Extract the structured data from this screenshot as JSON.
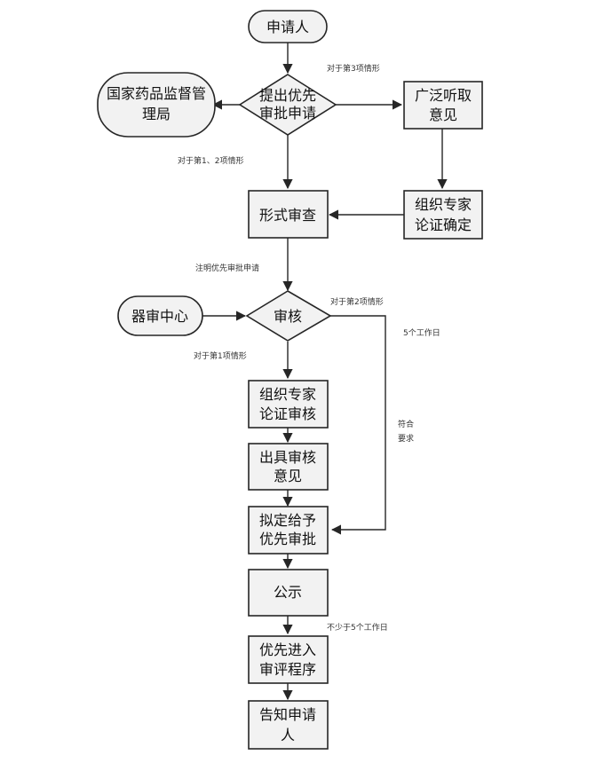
{
  "nodes": {
    "applicant_start": [
      "申请人"
    ],
    "nmpa": [
      "国家药品监督管",
      "理局"
    ],
    "submit": [
      "提出优先",
      "审批申请"
    ],
    "consult": [
      "广泛听取",
      "意见"
    ],
    "expert_confirm": [
      "组织专家",
      "论证确定"
    ],
    "formal_review": [
      "形式审查"
    ],
    "device_center": [
      "器审中心"
    ],
    "review": [
      "审核"
    ],
    "expert_review": [
      "组织专家",
      "论证审核"
    ],
    "opinion": [
      "出具审核",
      "意见"
    ],
    "propose": [
      "拟定给予",
      "优先审批"
    ],
    "publicize": [
      "公示"
    ],
    "priority": [
      "优先进入",
      "审评程序"
    ],
    "notify": [
      "告知申请",
      "人"
    ]
  },
  "notes": {
    "case3": "对于第3项情形",
    "case12": "对于第1、2项情形",
    "mark": "注明优先审批申请",
    "case2": "对于第2项情形",
    "five_days": "5个工作日",
    "case1": "对于第1项情形",
    "meets": [
      "符合",
      "要求"
    ],
    "min_five_days": "不少于5个工作日"
  }
}
